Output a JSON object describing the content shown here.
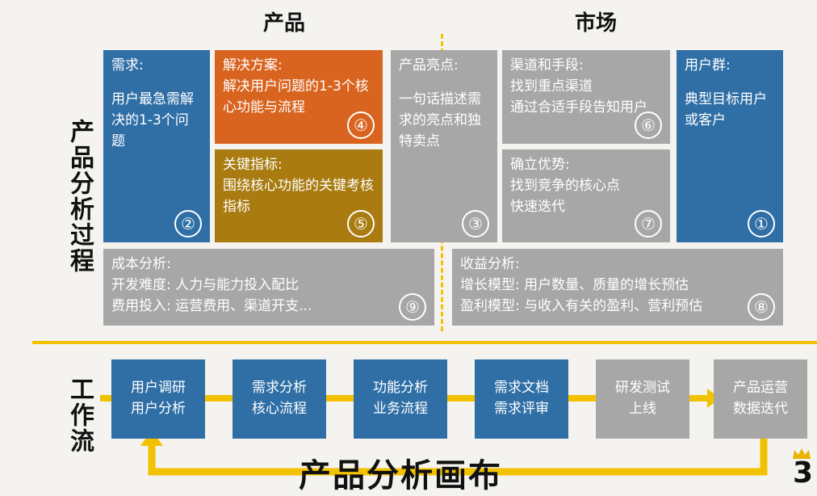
{
  "headers": {
    "product": "产品",
    "market": "市场"
  },
  "side_labels": {
    "process": "产品分析过程",
    "workflow": "工作流"
  },
  "cards": [
    {
      "title": "需求:",
      "body": "用户最急需解决的1-3个问题",
      "num": "②"
    },
    {
      "title": "解决方案:",
      "body": "解决用户问题的1-3个核心功能与流程",
      "num": "④"
    },
    {
      "title": "关键指标:",
      "body": "围绕核心功能的关键考核指标",
      "num": "⑤"
    },
    {
      "title": "产品亮点:",
      "body": "一句话描述需求的亮点和独特卖点",
      "num": "③"
    },
    {
      "title": "渠道和手段:",
      "line1": "找到重点渠道",
      "line2": "通过合适手段告知用户",
      "num": "⑥"
    },
    {
      "title": "确立优势:",
      "line1": "找到竞争的核心点",
      "line2": "快速迭代",
      "num": "⑦"
    },
    {
      "title": "用户群:",
      "body": "典型目标用户或客户",
      "num": "①"
    },
    {
      "title": "成本分析:",
      "line1": "开发难度:  人力与能力投入配比",
      "line2": "费用投入:  运营费用、渠道开支...",
      "num": "⑨"
    },
    {
      "title": "收益分析:",
      "line1": "增长模型:  用户数量、质量的增长预估",
      "line2": "盈利模型:  与收入有关的盈利、营利预估",
      "num": "⑧"
    }
  ],
  "workflow": [
    {
      "l1": "用户调研",
      "l2": "用户分析"
    },
    {
      "l1": "需求分析",
      "l2": "核心流程"
    },
    {
      "l1": "功能分析",
      "l2": "业务流程"
    },
    {
      "l1": "需求文档",
      "l2": "需求评审"
    },
    {
      "l1": "研发测试",
      "l2": "上线"
    },
    {
      "l1": "产品运营",
      "l2": "数据迭代"
    }
  ],
  "title": "产品分析画布",
  "page_number": "3",
  "colors": {
    "blue": "#2f6fa6",
    "orange": "#d9641f",
    "olive": "#a97b10",
    "grey": "#a7a7a8",
    "arrow": "#f2c200"
  }
}
